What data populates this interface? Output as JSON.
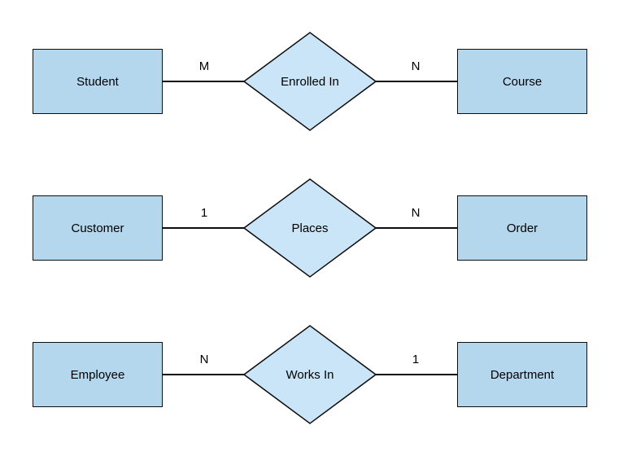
{
  "diagram": {
    "type": "entity-relationship",
    "colors": {
      "background": "#ffffff",
      "entity_fill": "#B4D7EE",
      "relationship_fill": "#C9E5F7",
      "stroke": "#0d0d0d",
      "text": "#000000"
    },
    "relationships": [
      {
        "left_entity": "Student",
        "left_cardinality": "M",
        "relationship": "Enrolled In",
        "right_cardinality": "N",
        "right_entity": "Course"
      },
      {
        "left_entity": "Customer",
        "left_cardinality": "1",
        "relationship": "Places",
        "right_cardinality": "N",
        "right_entity": "Order"
      },
      {
        "left_entity": "Employee",
        "left_cardinality": "N",
        "relationship": "Works In",
        "right_cardinality": "1",
        "right_entity": "Department"
      }
    ]
  }
}
